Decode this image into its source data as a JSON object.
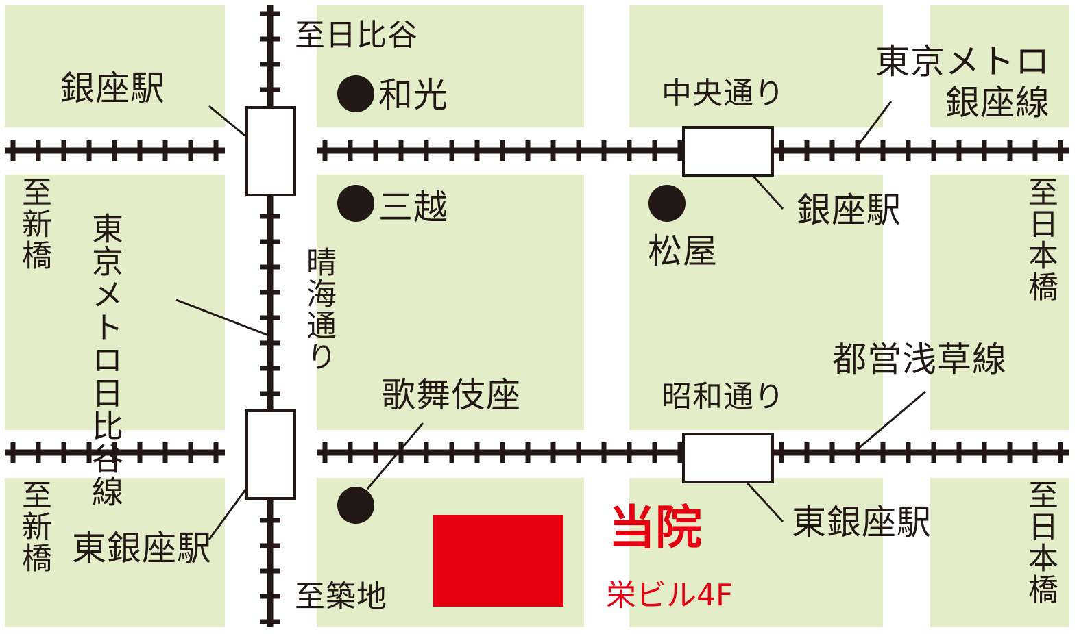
{
  "colors": {
    "block": "#e3edc8",
    "line": "#231815",
    "accent": "#e60012",
    "station": "#ffffff"
  },
  "labels": {
    "to_hibiya": "至日比谷",
    "ginza_station_left": "銀座駅",
    "wako": "和光",
    "chuo_dori": "中央通り",
    "ginza_line": "東京メトロ銀座線",
    "to_shinbashi_top": "至新橋",
    "hibiya_line": "東京メトロ日比谷線",
    "mitsukoshi": "三越",
    "matsuya": "松屋",
    "ginza_station_right": "銀座駅",
    "to_nihonbashi_top": "至日本橋",
    "harumi_dori": "晴海通り",
    "kabukiza": "歌舞伎座",
    "asakusa_line": "都営浅草線",
    "showa_dori": "昭和通り",
    "to_shinbashi_bottom": "至新橋",
    "higashi_ginza_left": "東銀座駅",
    "higashi_ginza_right": "東銀座駅",
    "to_tsukiji": "至築地",
    "to_nihonbashi_bottom": "至日本橋",
    "clinic_name": "当院",
    "clinic_building": "栄ビル4F"
  },
  "icons": {
    "landmark": "black-dot-marker",
    "station": "white-rect-station",
    "clinic": "red-square-marker"
  }
}
